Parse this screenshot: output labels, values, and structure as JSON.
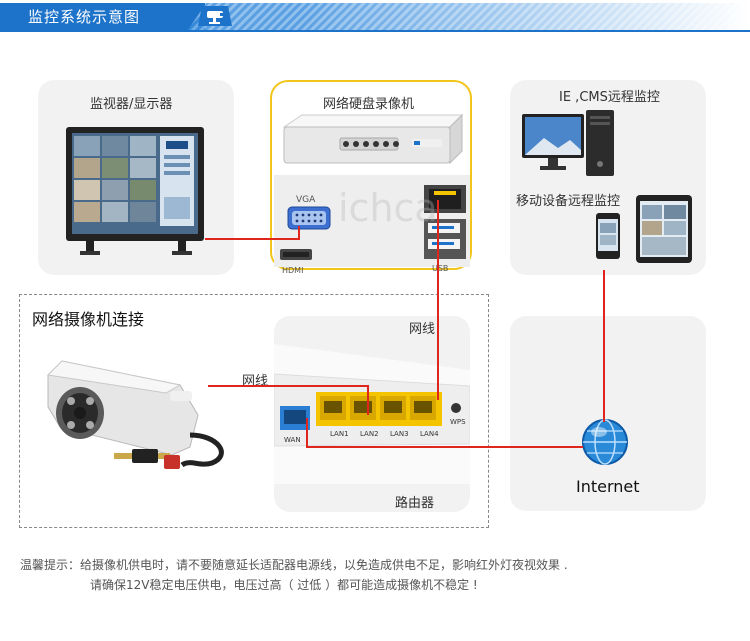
{
  "header": {
    "title": "监控系统示意图"
  },
  "monitor": {
    "label": "监视器/显示器"
  },
  "dvr": {
    "label": "网络硬盘录像机",
    "vga_port_label": "VGA",
    "hdmi_port_label": "HDMI",
    "usb_port_label": "USB",
    "watermark": "ichca"
  },
  "remote": {
    "label_pc": "IE ,CMS远程监控",
    "label_mobile": "移动设备远程监控"
  },
  "camera_section": {
    "label": "网络摄像机连接",
    "cable_label_camera": "网线",
    "cable_label_router": "网线"
  },
  "router": {
    "label": "路由器",
    "ports": [
      "WAN",
      "LAN1",
      "LAN2",
      "LAN3",
      "LAN4",
      "WPS"
    ]
  },
  "internet": {
    "label": "Internet"
  },
  "notes": {
    "line1": "温馨提示：给摄像机供电时，请不要随意延长适配器电源线，以免造成供电不足，影响红外灯夜视效果 .",
    "line2": "请确保12V稳定电压供电，电压过高（ 过低 ）都可能造成摄像机不稳定 !"
  },
  "colors": {
    "banner_blue": "#1c73c9",
    "wire_red": "#e0261c",
    "router_port_yellow": "#f5c400",
    "router_port_blue": "#2a7fd4",
    "dvr_border": "#f2c51b"
  }
}
